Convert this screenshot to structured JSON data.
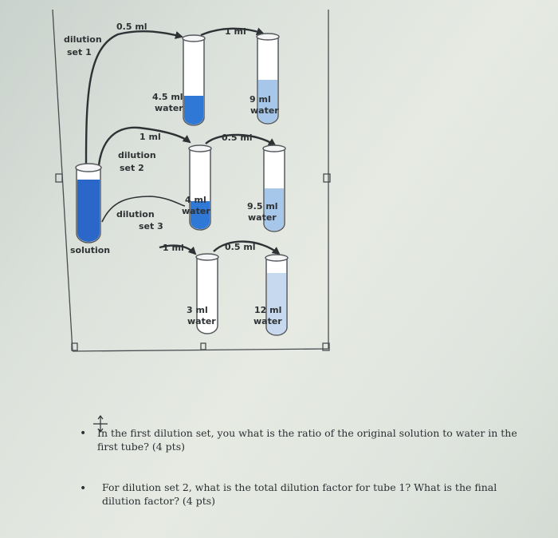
{
  "diagram": {
    "labels": {
      "set1_title_line1": "dilution",
      "set1_title_line2": "set 1",
      "set2_title_line1": "dilution",
      "set2_title_line2": "set 2",
      "set3_title_line1": "dilution",
      "set3_title_line2": "set 3",
      "solution": "solution",
      "arrow_set1_first": "0.5 ml",
      "arrow_set1_second": "1 ml",
      "arrow_set2_first": "1 ml",
      "arrow_set2_second": "0.5 ml",
      "arrow_set3_first": "1 ml",
      "arrow_set3_second": "0.5 ml",
      "tube1_set1_vol": "4.5 ml",
      "tube1_set1_liquid": "water",
      "tube2_set1_vol": "9 ml",
      "tube2_set1_liquid": "water",
      "tube1_set2_vol": "4 ml",
      "tube1_set2_liquid": "water",
      "tube2_set2_vol": "9.5 ml",
      "tube2_set2_liquid": "water",
      "tube1_set3_vol": "3 ml",
      "tube1_set3_liquid": "water",
      "tube2_set3_vol": "12 ml",
      "tube2_set3_liquid": "water"
    },
    "colors": {
      "solution_blue": "#2a67c9",
      "dark_blue": "#2f78d6",
      "light_blue": "#a7c7ea",
      "tube_outline": "#555a5e"
    }
  },
  "questions": [
    {
      "text": "In the first dilution set, you what is the ratio of the original solution to water in the first tube? (4 pts)"
    },
    {
      "text": "For dilution set 2, what is the total dilution factor for tube 1? What is the final dilution factor? (4 pts)"
    }
  ]
}
